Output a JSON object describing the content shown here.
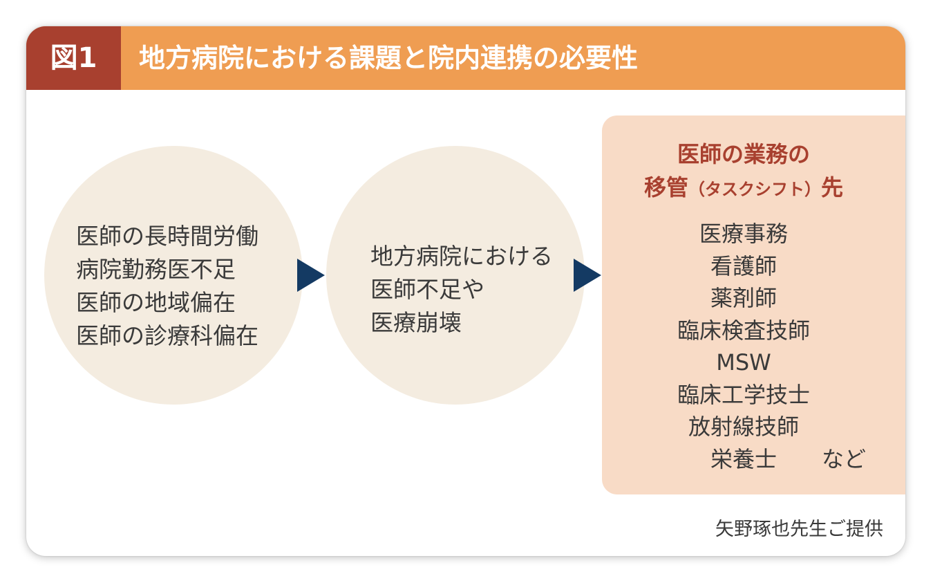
{
  "header": {
    "figure_label": "図1",
    "title": "地方病院における課題と院内連携の必要性"
  },
  "circle1": {
    "lines": [
      "医師の長時間労働",
      "病院勤務医不足",
      "医師の地域偏在",
      "医師の診療科偏在"
    ]
  },
  "circle2": {
    "lines": [
      "地方病院における",
      "医師不足や",
      "医療崩壊"
    ]
  },
  "panel": {
    "title_line1": "医師の業務の",
    "title_line2_main": "移管",
    "title_line2_paren": "（タスクシフト）",
    "title_line2_end": "先",
    "items": [
      "医療事務",
      "看護師",
      "薬剤師",
      "臨床検査技師",
      "MSW",
      "臨床工学技士",
      "放射線技師",
      "栄養士"
    ],
    "etc": "など"
  },
  "credit": "矢野琢也先生ご提供",
  "colors": {
    "header_orange": "#ef9d52",
    "label_red": "#a8402f",
    "circle_beige": "#f4ece0",
    "panel_peach": "#f8dbc6",
    "arrow_navy": "#143a63"
  },
  "icons": [
    "arrow-right-icon",
    "arrow-right-icon"
  ]
}
